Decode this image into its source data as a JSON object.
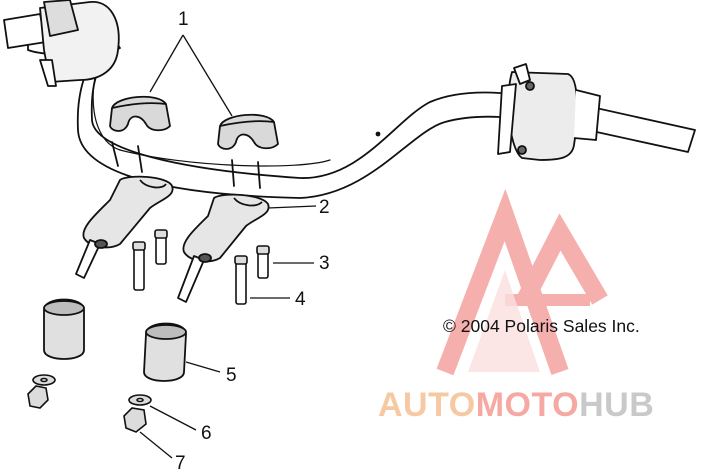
{
  "callouts": {
    "c1": "1",
    "c2": "2",
    "c3": "3",
    "c4": "4",
    "c5": "5",
    "c6": "6",
    "c7": "7"
  },
  "copyright": "© 2004 Polaris Sales Inc.",
  "watermark": {
    "part1": "AUTO",
    "part2": "MOTO",
    "part3": "HUB",
    "colors": {
      "part1": "#f7c9a3",
      "part2": "#f6a9a3",
      "part3": "#c9c9c9",
      "logo": "#f4a3a0"
    }
  }
}
